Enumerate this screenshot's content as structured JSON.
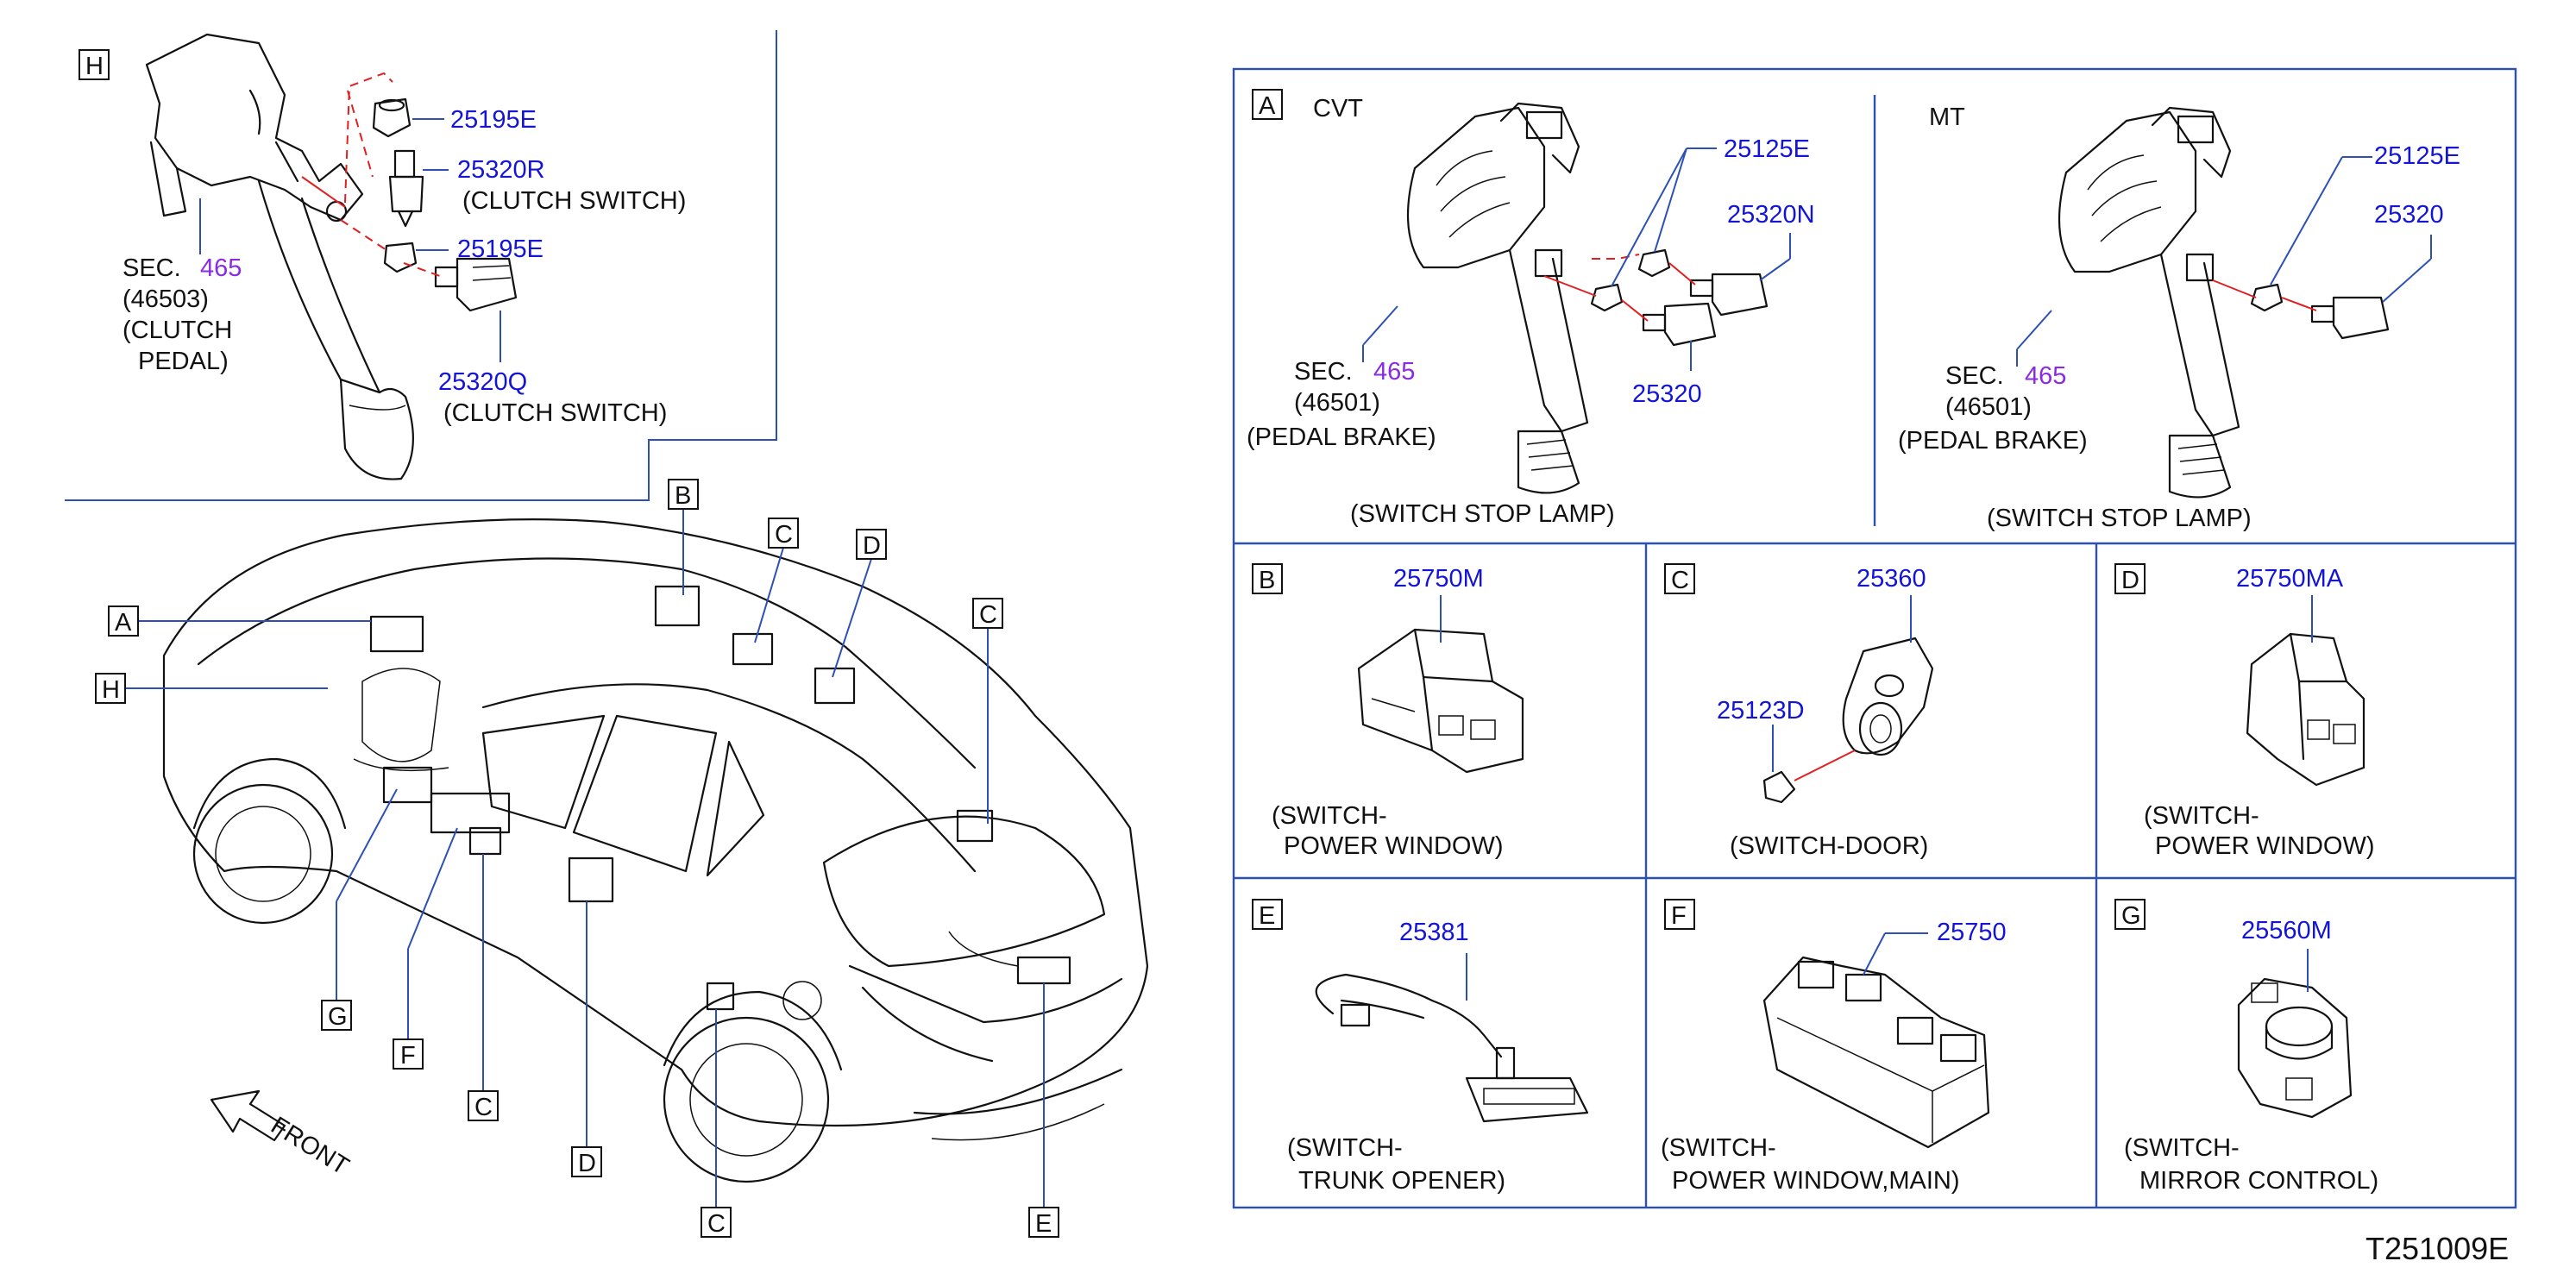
{
  "diagram_code": "T251009E",
  "colors": {
    "part_number": "#1414d6",
    "section_ref": "#8a2be2",
    "leader": "#2d50b4",
    "align_line": "#e02020"
  },
  "panel_h": {
    "key": "H",
    "parts": [
      {
        "number": "25195E"
      },
      {
        "number": "25320R",
        "caption": "(CLUTCH   SWITCH)"
      },
      {
        "number": "25195E"
      },
      {
        "number": "25320Q",
        "caption": "(CLUTCH   SWITCH)"
      }
    ],
    "sec_prefix": "SEC.",
    "sec_num": "465",
    "sec_sub": "(46503)",
    "sec_name_1": "(CLUTCH",
    "sec_name_2": "PEDAL)"
  },
  "vehicle": {
    "front_label": "FRONT",
    "callouts": [
      "A",
      "H",
      "B",
      "C",
      "D",
      "C",
      "G",
      "F",
      "C",
      "D",
      "C",
      "E"
    ]
  },
  "panel_a": {
    "key": "A",
    "cvt": {
      "title": "CVT",
      "parts": [
        "25125E",
        "25320N",
        "25320"
      ],
      "sec_prefix": "SEC.",
      "sec_num": "465",
      "sec_sub": "(46501)",
      "sec_name": "(PEDAL   BRAKE)",
      "caption": "(SWITCH   STOP   LAMP)"
    },
    "mt": {
      "title": "MT",
      "parts": [
        "25125E",
        "25320"
      ],
      "sec_prefix": "SEC.",
      "sec_num": "465",
      "sec_sub": "(46501)",
      "sec_name": "(PEDAL   BRAKE)",
      "caption": "(SWITCH   STOP   LAMP)"
    }
  },
  "cells": [
    {
      "key": "B",
      "parts": [
        "25750M"
      ],
      "caption_1": "(SWITCH-",
      "caption_2": "POWER   WINDOW)"
    },
    {
      "key": "C",
      "parts": [
        "25360",
        "25123D"
      ],
      "caption_1": "(SWITCH-DOOR)",
      "caption_2": ""
    },
    {
      "key": "D",
      "parts": [
        "25750MA"
      ],
      "caption_1": "(SWITCH-",
      "caption_2": "POWER   WINDOW)"
    },
    {
      "key": "E",
      "parts": [
        "25381"
      ],
      "caption_1": "(SWITCH-",
      "caption_2": "TRUNK   OPENER)"
    },
    {
      "key": "F",
      "parts": [
        "25750"
      ],
      "caption_1": "(SWITCH-",
      "caption_2": "POWER   WINDOW,MAIN)"
    },
    {
      "key": "G",
      "parts": [
        "25560M"
      ],
      "caption_1": "(SWITCH-",
      "caption_2": "MIRROR   CONTROL)"
    }
  ]
}
